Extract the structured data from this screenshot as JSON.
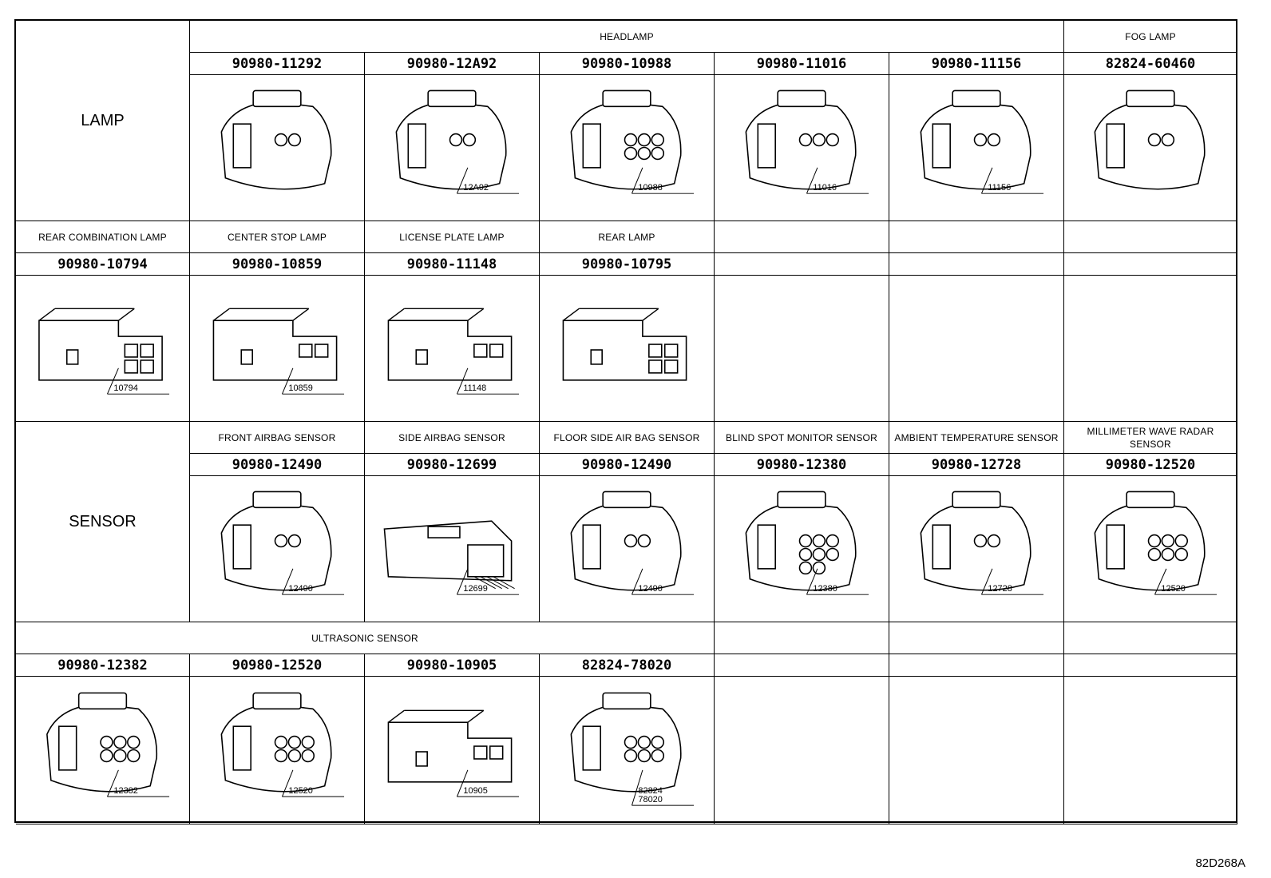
{
  "sections": [
    {
      "key": "lamp",
      "label": "LAMP"
    },
    {
      "key": "sensor",
      "label": "SENSOR"
    }
  ],
  "rows": [
    {
      "headers": [
        {
          "text": "HEADLAMP",
          "span": 5
        },
        {
          "text": "FOG LAMP",
          "span": 1
        }
      ],
      "parts": [
        {
          "number": "90980-11292",
          "callout": "",
          "icon": "connector-4pin-icon"
        },
        {
          "number": "90980-12A92",
          "callout": "12A92",
          "icon": "connector-multipin-icon"
        },
        {
          "number": "90980-10988",
          "callout": "10988",
          "icon": "connector-6pin-round-icon"
        },
        {
          "number": "90980-11016",
          "callout": "11016",
          "icon": "connector-3pin-round-icon"
        },
        {
          "number": "90980-11156",
          "callout": "11156",
          "icon": "connector-2pin-round-icon"
        },
        {
          "number": "82824-60460",
          "callout": "",
          "icon": "connector-2pin-round-icon"
        }
      ]
    },
    {
      "headers": [
        {
          "text": "REAR COMBINATION LAMP",
          "span": 1
        },
        {
          "text": "CENTER STOP LAMP",
          "span": 1
        },
        {
          "text": "LICENSE PLATE LAMP",
          "span": 1
        },
        {
          "text": "REAR LAMP",
          "span": 1
        },
        {
          "text": "",
          "span": 1
        },
        {
          "text": "",
          "span": 1
        },
        {
          "text": "",
          "span": 1
        }
      ],
      "parts": [
        {
          "number": "90980-10794",
          "callout": "10794",
          "icon": "connector-4pin-box-icon"
        },
        {
          "number": "90980-10859",
          "callout": "10859",
          "icon": "connector-2pin-box-icon"
        },
        {
          "number": "90980-11148",
          "callout": "11148",
          "icon": "connector-2pin-box-icon"
        },
        {
          "number": "90980-10795",
          "callout": "",
          "icon": "connector-4pin-box-icon"
        },
        {
          "number": "",
          "callout": "",
          "icon": ""
        },
        {
          "number": "",
          "callout": "",
          "icon": ""
        },
        {
          "number": "",
          "callout": "",
          "icon": ""
        }
      ]
    },
    {
      "headers": [
        {
          "text": "FRONT AIRBAG SENSOR",
          "span": 1
        },
        {
          "text": "SIDE AIRBAG SENSOR",
          "span": 1
        },
        {
          "text": "FLOOR SIDE AIR BAG SENSOR",
          "span": 1
        },
        {
          "text": "BLIND SPOT MONITOR SENSOR",
          "span": 1
        },
        {
          "text": "AMBIENT TEMPERATURE SENSOR",
          "span": 1
        },
        {
          "text": "MILLIMETER WAVE RADAR SENSOR",
          "span": 1
        }
      ],
      "parts": [
        {
          "number": "90980-12490",
          "callout": "12490",
          "icon": "connector-airbag-icon"
        },
        {
          "number": "90980-12699",
          "callout": "12699",
          "icon": "connector-flat-icon"
        },
        {
          "number": "90980-12490",
          "callout": "12490",
          "icon": "connector-airbag-icon"
        },
        {
          "number": "90980-12380",
          "callout": "12380",
          "icon": "connector-8pin-icon"
        },
        {
          "number": "90980-12728",
          "callout": "12728",
          "icon": "connector-2pin-sensor-icon"
        },
        {
          "number": "90980-12520",
          "callout": "12520",
          "icon": "connector-6pin-sensor-icon"
        }
      ]
    },
    {
      "headers": [
        {
          "text": "ULTRASONIC SENSOR",
          "span": 4
        },
        {
          "text": "",
          "span": 1
        },
        {
          "text": "",
          "span": 1
        },
        {
          "text": "",
          "span": 1
        }
      ],
      "parts": [
        {
          "number": "90980-12382",
          "callout": "12382",
          "icon": "connector-6pin-sensor-icon"
        },
        {
          "number": "90980-12520",
          "callout": "12520",
          "icon": "connector-6pin-sensor-icon"
        },
        {
          "number": "90980-10905",
          "callout": "10905",
          "icon": "connector-2pin-box-icon"
        },
        {
          "number": "82824-78020",
          "callout": "82824 78020",
          "icon": "connector-6pin-sensor-icon"
        },
        {
          "number": "",
          "callout": "",
          "icon": ""
        },
        {
          "number": "",
          "callout": "",
          "icon": ""
        },
        {
          "number": "",
          "callout": "",
          "icon": ""
        }
      ]
    }
  ],
  "figure_code": "82D268A"
}
